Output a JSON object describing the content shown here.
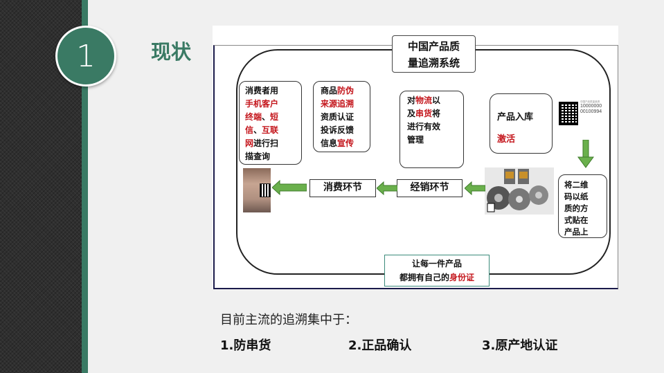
{
  "section": {
    "number": "1",
    "title": "现状"
  },
  "diagram": {
    "title_line1": "中国产品质",
    "title_line2": "量追溯系统",
    "box_consumer": {
      "line1": "消费者用",
      "line2": "手机客户",
      "line3a": "终端",
      "line3b": "、",
      "line3c": "短",
      "line4a": "信",
      "line4b": "、",
      "line4c": "互联",
      "line5a": "网",
      "line5b": "进行扫",
      "line6": "描查询"
    },
    "box_product": {
      "line1a": "商品",
      "line1b": "防伪",
      "line2": "来源追溯",
      "line3": "资质认证",
      "line4": "投诉反馈",
      "line5a": "信息",
      "line5b": "宣传"
    },
    "box_logistics": {
      "line1a": "对",
      "line1b": "物流",
      "line1c": "以",
      "line2a": "及",
      "line2b": "串货",
      "line2c": "将",
      "line3": "进行有效",
      "line4": "管理"
    },
    "box_storage": {
      "line1": "产品入库",
      "line2": "激活"
    },
    "box_qr_attach": {
      "line1": "将二维",
      "line2": "码以纸",
      "line3": "质的方",
      "line4": "式贴在",
      "line5": "产品上"
    },
    "qr_label": {
      "line1": "中国产品质量追溯",
      "line2": "10000000",
      "line3": "00100994"
    },
    "stage_consumption": "消费环节",
    "stage_distribution": "经销环节",
    "bottom_line1": "让每一件产品",
    "bottom_line2a": "都拥有自己的",
    "bottom_line2b": "身份证"
  },
  "caption": "目前主流的追溯集中于：",
  "points": [
    "1.防串货",
    "2.正品确认",
    "3.原产地认证"
  ],
  "colors": {
    "accent": "#3a7a64",
    "highlight_red": "#c4161c",
    "arrow_green": "#6ab04c"
  }
}
